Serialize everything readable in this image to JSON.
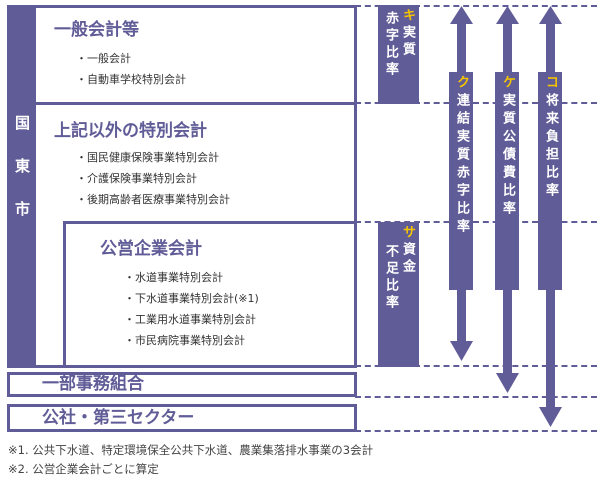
{
  "city": "国東市",
  "groups": {
    "general": {
      "title": "一般会計等",
      "items": [
        "・一般会計",
        "・自動車学校特別会計"
      ]
    },
    "special": {
      "title": "上記以外の特別会計",
      "items": [
        "・国民健康保険事業特別会計",
        "・介護保険事業特別会計",
        "・後期高齢者医療事業特別会計"
      ]
    },
    "enterprise": {
      "title": "公営企業会計",
      "items": [
        "・水道事業特別会計",
        "・下水道事業特別会計(※1)",
        "・工業用水道事業特別会計",
        "・市民病院事業特別会計"
      ]
    },
    "union": {
      "title": "一部事務組合"
    },
    "corp": {
      "title": "公社・第三セクター"
    }
  },
  "ratios": {
    "ki": {
      "mark": "キ",
      "line1": "実質",
      "line2": "赤字比率"
    },
    "sa": {
      "mark": "サ",
      "line1": "資金",
      "line2": "不足比率"
    },
    "ku": {
      "mark": "ク",
      "label": "連結実質赤字比率"
    },
    "ke": {
      "mark": "ケ",
      "label": "実質公債費比率"
    },
    "ko": {
      "mark": "コ",
      "label": "将来負担比率"
    }
  },
  "footnotes": [
    "※1.  公共下水道、特定環境保全公共下水道、農業集落排水事業の3会計",
    "※2.  公営企業会計ごとに算定"
  ],
  "colors": {
    "primary": "#605c97",
    "accent": "#f5c400"
  }
}
